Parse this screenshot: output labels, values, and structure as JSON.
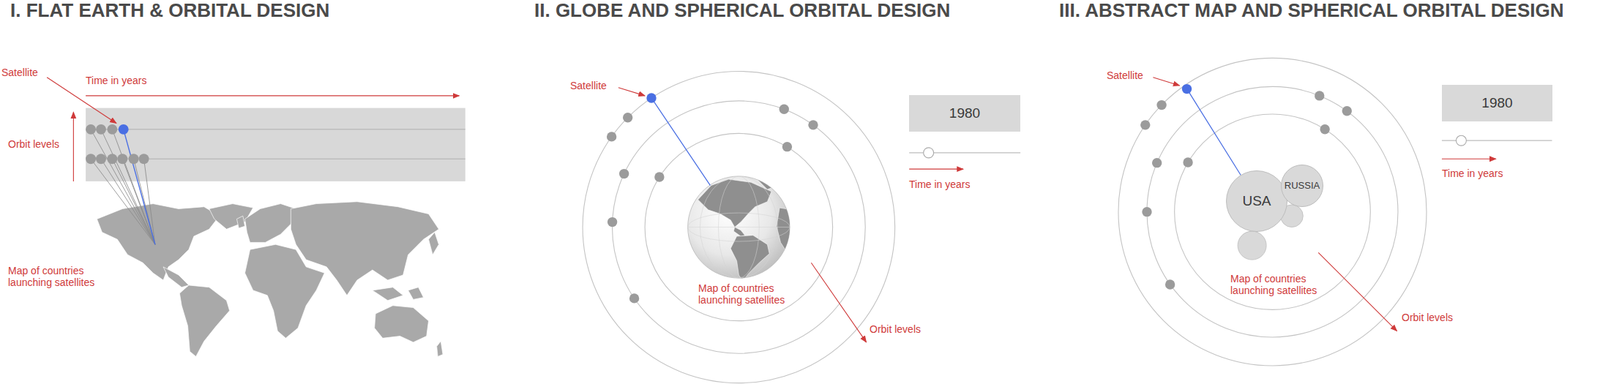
{
  "diagram": {
    "nodes": [
      {
        "text": [
          "1980"
        ]
      },
      {
        "text": [
          "USA"
        ]
      },
      {
        "text": [
          "RUSSIA"
        ]
      },
      {
        "text": [
          "1980"
        ]
      }
    ],
    "labels": [
      "I. FLAT EARTH & ORBITAL DESIGN",
      "Satellite",
      "Time in years",
      "Orbit levels",
      "Map of countries launching satellites",
      "II. GLOBE AND SPHERICAL ORBITAL DESIGN",
      "Satellite",
      "Time in years",
      "Map of countries launching satellites",
      "Orbit levels",
      "III. ABSTRACT MAP AND SPHERICAL ORBITAL DESIGN",
      "Satellite",
      "Time in years",
      "Map of countries launching satellites",
      "Orbit levels"
    ]
  }
}
